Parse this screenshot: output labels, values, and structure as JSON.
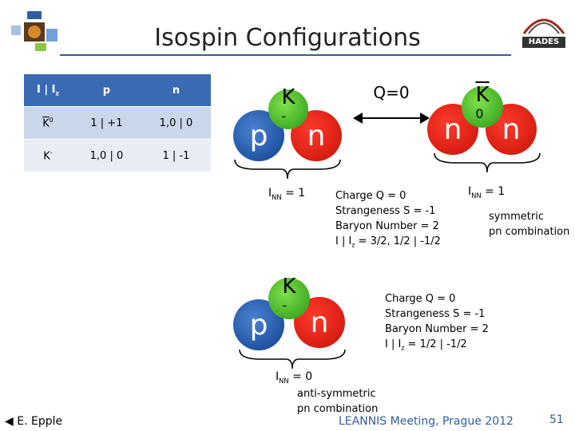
{
  "header": {
    "title": "Isospin Configurations"
  },
  "logos": {
    "left": "TUM MU logo",
    "right": "HADES"
  },
  "table": {
    "header": {
      "col0": "I | I",
      "col0_sub": "z",
      "col1": "p",
      "col2": "n"
    },
    "rows": [
      {
        "label": "K",
        "label_sup": "0",
        "p": "1 | +1",
        "n": "1,0 | 0"
      },
      {
        "label": "K",
        "label_sup": "-",
        "p": "1,0 | 0",
        "n": "1 | -1"
      }
    ]
  },
  "top_left": {
    "p": "p",
    "k": "K",
    "k_sup": "-",
    "n": "n",
    "inn": "I",
    "inn_sub": "NN",
    "inn_val": " = 1"
  },
  "arrow_label": "Q=0",
  "top_right": {
    "n1": "n",
    "k": "K",
    "k_sup": "0",
    "n2": "n",
    "inn": "I",
    "inn_sub": "NN",
    "inn_val": " = 1",
    "note1": "symmetric",
    "note2": "pn combination"
  },
  "mid_text": [
    "Charge  Q = 0",
    "Strangeness  S   = -1",
    "Baryon Number = 2",
    "I | I",
    "z",
    " = 3/2, 1/2 | -1/2"
  ],
  "bottom_left": {
    "p": "p",
    "k": "K",
    "k_sup": "-",
    "n": "n",
    "inn": "I",
    "inn_sub": "NN",
    "inn_val": " = 0",
    "note1": "anti-symmetric",
    "note2": "pn combination"
  },
  "bottom_text": [
    "Charge  Q = 0",
    "Strangeness  S   = -1",
    "Baryon Number = 2",
    "I | I",
    "z",
    " =  1/2 | -1/2"
  ],
  "footer": {
    "author": "E. Epple",
    "meeting": "LEANNIS Meeting, Prague 2012",
    "page": "51"
  }
}
